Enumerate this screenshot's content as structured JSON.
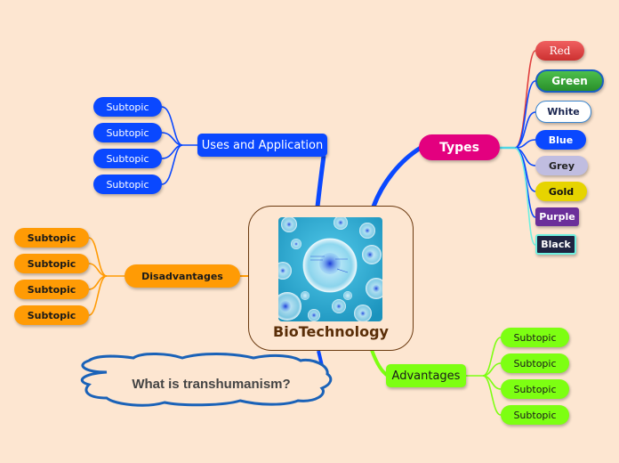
{
  "central": {
    "title": "BioTechnology",
    "image": "cells-image"
  },
  "branches": {
    "uses": {
      "label": "Uses and Application",
      "color": "#0a48ff",
      "subtopics": [
        "Subtopic",
        "Subtopic",
        "Subtopic",
        "Subtopic"
      ]
    },
    "disadvantages": {
      "label": "Disadvantages",
      "color": "#ff9b05",
      "subtopics": [
        "Subtopic",
        "Subtopic",
        "Subtopic",
        "Subtopic"
      ]
    },
    "types": {
      "label": "Types",
      "color": "#e3007f",
      "items": [
        {
          "label": "Red",
          "bg": "#e0403f",
          "fg": "#ffffff"
        },
        {
          "label": "Green",
          "bg": "#3aa53a",
          "fg": "#ffffff"
        },
        {
          "label": "White",
          "bg": "#ffffff",
          "fg": "#1a2550"
        },
        {
          "label": "Blue",
          "bg": "#0a48ff",
          "fg": "#ffffff"
        },
        {
          "label": "Grey",
          "bg": "#c0bde0",
          "fg": "#222222"
        },
        {
          "label": "Gold",
          "bg": "#e6d400",
          "fg": "#111111"
        },
        {
          "label": "Purple",
          "bg": "#6b2f9a",
          "fg": "#ffffff"
        },
        {
          "label": "Black",
          "bg": "#1e2340",
          "fg": "#ffffff"
        }
      ]
    },
    "advantages": {
      "label": "Advantages",
      "color": "#7dff12",
      "subtopics": [
        "Subtopic",
        "Subtopic",
        "Subtopic",
        "Subtopic"
      ]
    }
  },
  "callout": {
    "text": "What is transhumanism?"
  }
}
